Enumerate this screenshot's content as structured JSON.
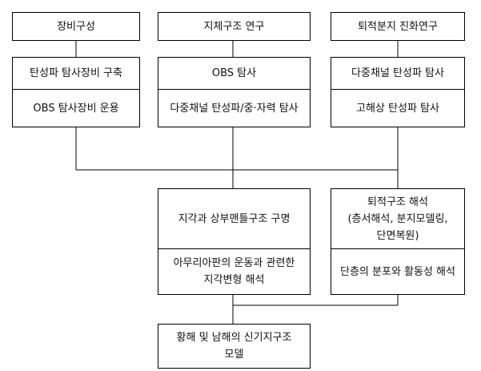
{
  "top_row": {
    "left_title": "장비구성",
    "center_title": "지체구조 연구",
    "right_title": "퇴적분지 진화연구"
  },
  "equipment_box": {
    "line1": "탄성파 탐사장비 구축",
    "line2": "OBS 탐사장비 운용"
  },
  "exploration_box": {
    "line1": "OBS 탐사",
    "line2": "다중채널 탄성파/중·자력 탐사"
  },
  "basin_box": {
    "line1": "다중채널 탄성파 탐사",
    "line2": "고해상 탄성파 탐사"
  },
  "crust_box": {
    "line1": "지각과 상부맨틀구조 구명",
    "line2a": "아무리아판의 운동과 관련한",
    "line2b": "지각변형 해석"
  },
  "sediment_box": {
    "title": "퇴적구조 해석",
    "detail_a": "(층서해석, 분지모델링,",
    "detail_b": "단면복원)",
    "line2": "단층의 분포와 활동성 해석"
  },
  "model_box": {
    "line1": "황해 및 남해의 신기지구조",
    "line2": "모델"
  }
}
